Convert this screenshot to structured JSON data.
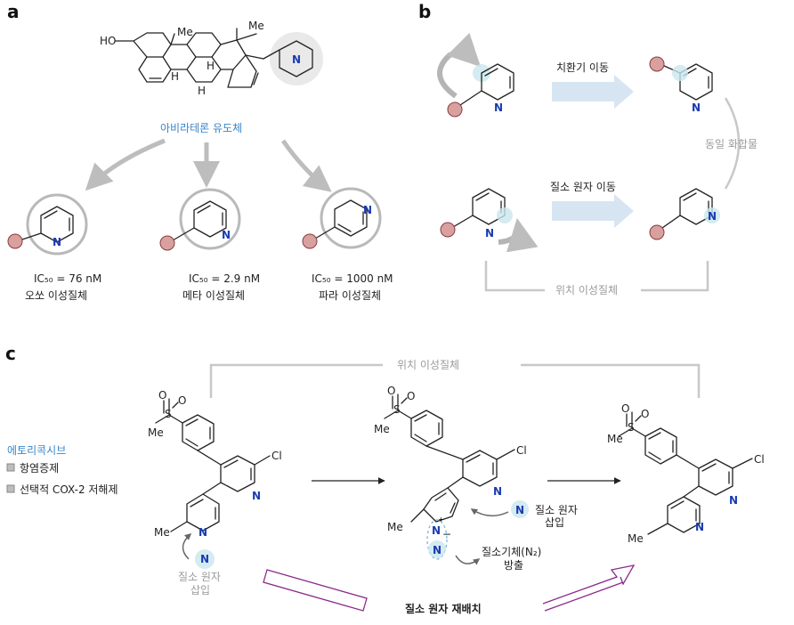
{
  "panels": {
    "a": "a",
    "b": "b",
    "c": "c"
  },
  "panel_a": {
    "steroid": {
      "ho": "HO",
      "me1": "Me",
      "me2": "Me",
      "h1": "H",
      "h2": "H",
      "h3": "H",
      "n": "N"
    },
    "title": "아비라테론 유도체",
    "isomers": [
      {
        "ic50": "IC₅₀ = 76 nM",
        "name": "오쏘 이성질체"
      },
      {
        "ic50": "IC₅₀ = 2.9 nM",
        "name": "메타 이성질체"
      },
      {
        "ic50": "IC₅₀ = 1000 nM",
        "name": "파라 이성질체"
      }
    ]
  },
  "panel_b": {
    "substituent_shift": "치환기 이동",
    "nitrogen_shift": "질소 원자 이동",
    "same_compound": "동일 화합물",
    "positional_isomer": "위치 이성질체",
    "n": "N"
  },
  "panel_c": {
    "positional_isomer": "위치 이성질체",
    "legend_title": "에토리콕시브",
    "legend_items": [
      "항염증제",
      "선택적 COX-2 저해제"
    ],
    "me": "Me",
    "cl": "Cl",
    "s": "S",
    "o": "O",
    "n": "N",
    "plus": "+",
    "minus": "−",
    "n_insertion": "질소 원자\n삽입",
    "n_insertion_line1": "질소 원자",
    "n_insertion_line2": "삽입",
    "n2_release_line1": "질소기체(N₂)",
    "n2_release_line2": "방출",
    "n_rearrangement": "질소 원자 재배치"
  }
}
